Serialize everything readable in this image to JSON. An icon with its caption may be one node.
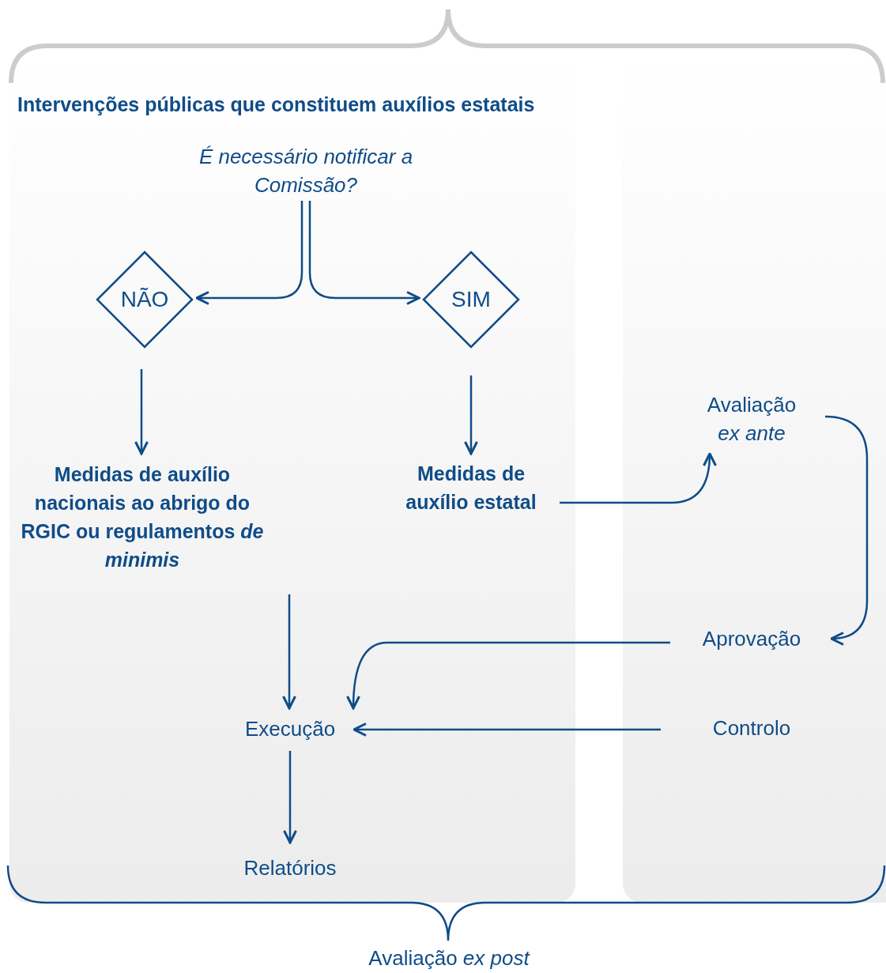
{
  "diagram": {
    "title": "Intervenções públicas que constituem auxílios estatais",
    "nodes": [
      {
        "text": [
          "É necessário notificar a Comissão?"
        ]
      },
      {
        "text": [
          "NÃO"
        ]
      },
      {
        "text": [
          "SIM"
        ]
      },
      {
        "text": [
          "Medidas de auxílio nacionais ao abrigo do RGIC ou regulamentos *de minimis*"
        ]
      },
      {
        "text": [
          "Medidas de auxílio estatal"
        ]
      },
      {
        "text": [
          "Avaliação *ex ante*"
        ]
      },
      {
        "text": [
          "Aprovação"
        ]
      },
      {
        "text": [
          "Execução"
        ]
      },
      {
        "text": [
          "Controlo"
        ]
      },
      {
        "text": [
          "Relatórios"
        ]
      }
    ],
    "edges": [
      {
        "from": 0,
        "to": 1,
        "arrow": "to"
      },
      {
        "from": 0,
        "to": 2,
        "arrow": "to"
      },
      {
        "from": 1,
        "to": 3,
        "arrow": "to"
      },
      {
        "from": 2,
        "to": 4,
        "arrow": "to"
      },
      {
        "from": 4,
        "to": 5,
        "arrow": "to"
      },
      {
        "from": 5,
        "to": 6,
        "arrow": "to"
      },
      {
        "from": 6,
        "to": 7,
        "arrow": "to"
      },
      {
        "from": 3,
        "to": 7,
        "arrow": "to"
      },
      {
        "from": 8,
        "to": 7,
        "arrow": "to"
      },
      {
        "from": 7,
        "to": 9,
        "arrow": "to"
      }
    ],
    "labels": [
      "Avaliação *ex post*"
    ]
  }
}
